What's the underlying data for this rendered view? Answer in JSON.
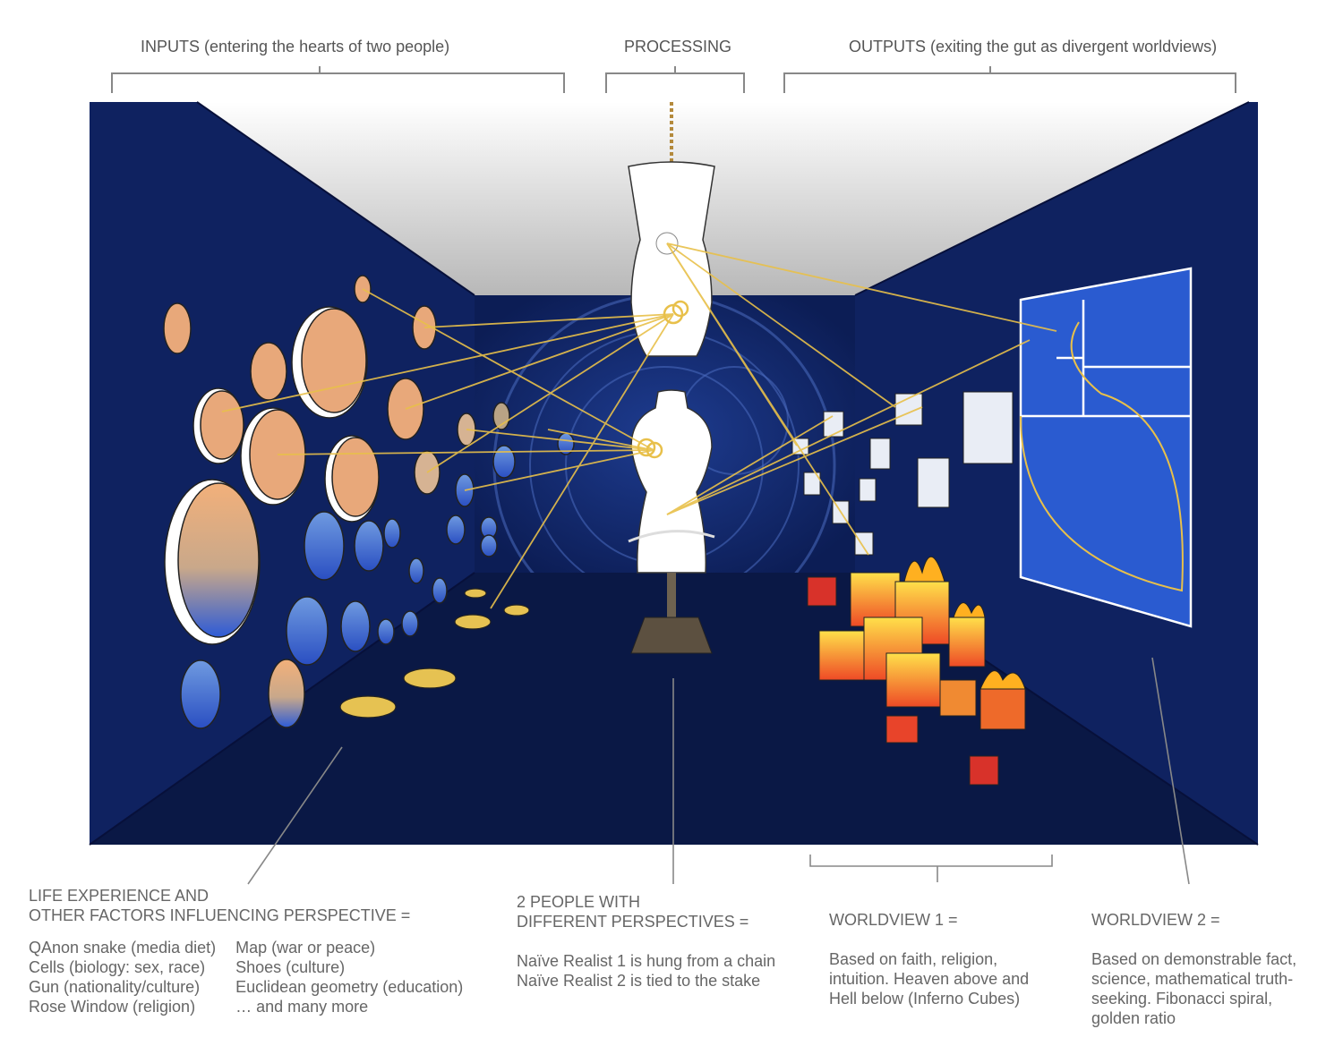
{
  "headers": {
    "inputs": "INPUTS (entering the hearts of two people)",
    "processing": "PROCESSING",
    "outputs": "OUTPUTS (exiting the gut as divergent worldviews)"
  },
  "captions": {
    "life": {
      "head1": "LIFE EXPERIENCE AND",
      "head2": "OTHER FACTORS INFLUENCING PERSPECTIVE =",
      "col1": [
        "QAnon snake (media diet)",
        "Cells (biology: sex, race)",
        "Gun (nationality/culture)",
        "Rose Window (religion)"
      ],
      "col2": [
        "Map (war or peace)",
        "Shoes (culture)",
        "Euclidean geometry (education)",
        "… and many more"
      ]
    },
    "people": {
      "head1": "2 PEOPLE WITH",
      "head2": "DIFFERENT PERSPECTIVES =",
      "lines": [
        "Naïve Realist 1 is hung from a chain",
        "Naïve Realist 2 is tied to the stake"
      ]
    },
    "worldview1": {
      "head": "WORLDVIEW 1 =",
      "lines": [
        "Based on faith, religion,",
        "intuition. Heaven above and",
        "Hell below (Inferno Cubes)"
      ]
    },
    "worldview2": {
      "head": "WORLDVIEW 2 =",
      "lines": [
        "Based on demonstrable fact,",
        "science, mathematical truth-",
        "seeking. Fibonacci spiral,",
        "golden ratio"
      ]
    }
  },
  "colors": {
    "wall": "#0e1f5a",
    "floor": "#0a1640",
    "ceiling_top": "#ffffff",
    "ceiling_bottom": "#bdbdbd",
    "thread": "#e8c04a",
    "fib_blue": "#2a5bd0",
    "fire_red": "#e8442a",
    "fire_yellow": "#ffd23a"
  }
}
